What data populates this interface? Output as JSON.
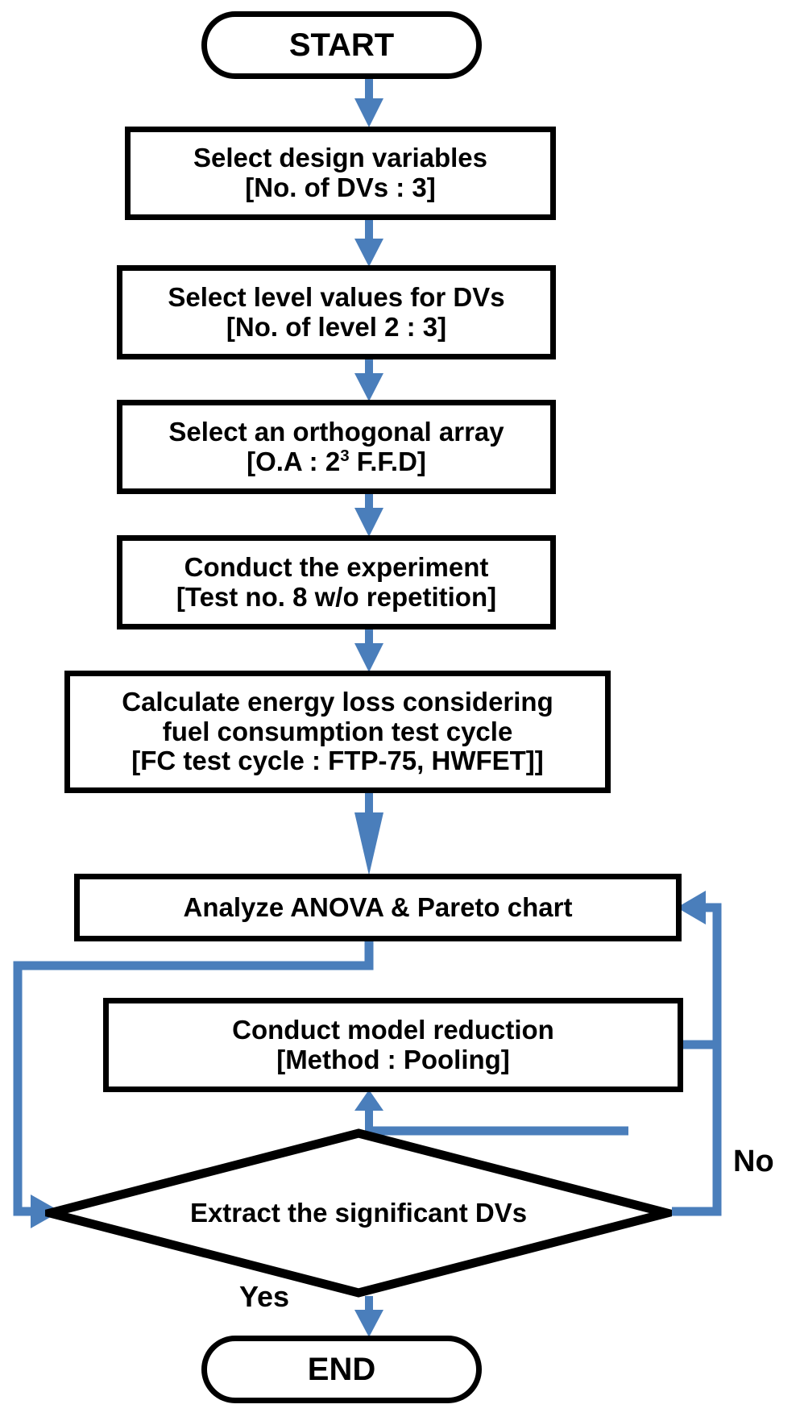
{
  "diagram": {
    "title": "Design of Experiments flowchart for energy loss analysis",
    "accent_color": "#4a7ebb",
    "line_color": "#000000",
    "background": "#ffffff"
  },
  "nodes": {
    "start": {
      "shape": "terminator",
      "label": "START"
    },
    "select_dv": {
      "shape": "process",
      "line1": "Select design variables",
      "line2": "[No. of DVs : 3]"
    },
    "select_level": {
      "shape": "process",
      "line1": "Select level values for DVs",
      "line2": "[No. of level 2 : 3]"
    },
    "select_oa": {
      "shape": "process",
      "line1": "Select an orthogonal array",
      "line2_pre": "[O.A : 2",
      "line2_sup": "3",
      "line2_post": " F.F.D]"
    },
    "conduct_experiment": {
      "shape": "process",
      "line1": "Conduct the experiment",
      "line2": "[Test no. 8 w/o repetition]"
    },
    "calculate_energy_loss": {
      "shape": "process",
      "line1": "Calculate energy loss considering",
      "line2": "fuel consumption test cycle",
      "line3": "[FC test cycle : FTP-75, HWFET]]"
    },
    "analyze": {
      "shape": "process",
      "line1": "Analyze ANOVA & Pareto chart"
    },
    "model_reduction": {
      "shape": "process",
      "line1": "Conduct model reduction",
      "line2": "[Method : Pooling]"
    },
    "decision": {
      "shape": "decision",
      "label": "Extract the significant DVs"
    },
    "end": {
      "shape": "terminator",
      "label": "END"
    }
  },
  "edge_labels": {
    "no": "No",
    "yes": "Yes"
  },
  "edges": [
    {
      "from": "start",
      "to": "select_dv",
      "label": ""
    },
    {
      "from": "select_dv",
      "to": "select_level",
      "label": ""
    },
    {
      "from": "select_level",
      "to": "select_oa",
      "label": ""
    },
    {
      "from": "select_oa",
      "to": "conduct_experiment",
      "label": ""
    },
    {
      "from": "conduct_experiment",
      "to": "calculate_energy_loss",
      "label": ""
    },
    {
      "from": "calculate_energy_loss",
      "to": "analyze",
      "label": ""
    },
    {
      "from": "analyze",
      "to": "decision",
      "label": ""
    },
    {
      "from": "decision",
      "to": "model_reduction",
      "label": "No"
    },
    {
      "from": "model_reduction",
      "to": "analyze",
      "label": ""
    },
    {
      "from": "decision",
      "to": "end",
      "label": "Yes"
    }
  ]
}
